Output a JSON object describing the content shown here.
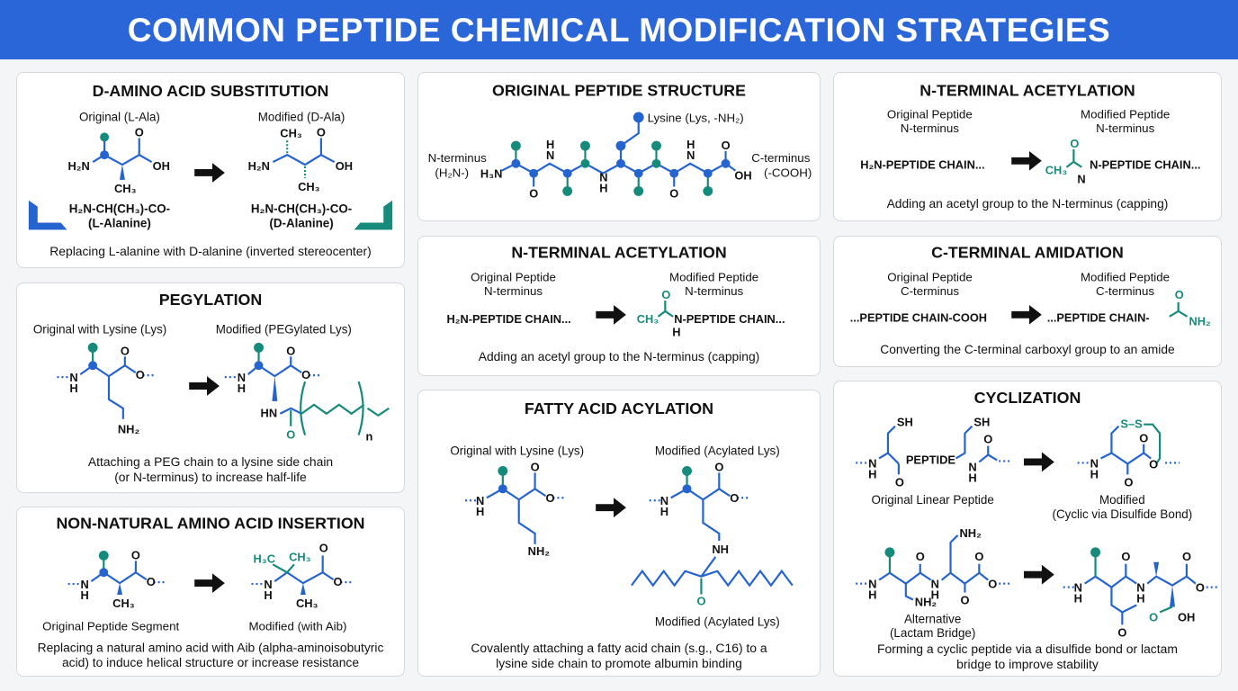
{
  "header": {
    "title": "COMMON PEPTIDE CHEMICAL MODIFICATION STRATEGIES"
  },
  "colors": {
    "header": "#2b66d8",
    "blue": "#2563cf",
    "teal": "#168b7b"
  },
  "d_amino": {
    "title": "D-AMINO ACID SUBSTITUTION",
    "original_label": "Original (L-Ala)",
    "modified_label": "Modified (D-Ala)",
    "original_formula": "H₂N-CH(CH₃)-CO-",
    "original_name": "(L-Alanine)",
    "modified_formula": "H₂N-CH(CH₃)-CO-",
    "modified_name": "(D-Alanine)",
    "caption": "Replacing L-alanine with D-alanine (inverted stereocenter)"
  },
  "original": {
    "title": "ORIGINAL PEPTIDE STRUCTURE",
    "lysine_label": "Lysine (Lys, -NH₂)",
    "n_term": "N-terminus",
    "n_term_group": "(H₂N-)",
    "c_term": "C-terminus",
    "c_term_group": "(-COOH)"
  },
  "n_acet_1": {
    "title": "N-TERMINAL ACETYLATION",
    "original_label": "Original Peptide",
    "original_sub": "N-terminus",
    "modified_label": "Modified Peptide",
    "modified_sub": "N-terminus",
    "original_chain": "H₂N-PEPTIDE CHAIN...",
    "modified_chain": "N-PEPTIDE CHAIN...",
    "caption": "Adding an acetyl group to the N-terminus (capping)"
  },
  "n_acet_2": {
    "title": "N-TERMINAL ACETYLATION",
    "original_label": "Original Peptide",
    "original_sub": "N-terminus",
    "modified_label": "Modified Peptide",
    "modified_sub": "N-terminus",
    "original_chain": "H₂N-PEPTIDE CHAIN...",
    "modified_chain": "N-PEPTIDE CHAIN...",
    "caption": "Adding an acetyl group to the N-terminus (capping)"
  },
  "c_amid": {
    "title": "C-TERMINAL AMIDATION",
    "original_label": "Original Peptide",
    "original_sub": "C-terminus",
    "modified_label": "Modified Peptide",
    "modified_sub": "C-terminus",
    "original_chain": "...PEPTIDE CHAIN-COOH",
    "modified_chain": "...PEPTIDE CHAIN-",
    "caption": "Converting the C-terminal carboxyl group to an amide"
  },
  "peg": {
    "title": "PEGYLATION",
    "original_label": "Original with Lysine (Lys)",
    "modified_label": "Modified (PEGylated Lys)",
    "repeat": "n",
    "caption_1": "Attaching a PEG chain to a lysine side chain",
    "caption_2": "(or N-terminus) to increase half-life"
  },
  "nonnat": {
    "title": "NON-NATURAL AMINO ACID INSERTION",
    "original_label": "Original Peptide Segment",
    "modified_label": "Modified (with Aib)",
    "caption_1": "Replacing a natural amino acid with Aib (alpha-aminoisobutyric",
    "caption_2": "acid) to induce helical structure or increase resistance"
  },
  "fatty": {
    "title": "FATTY ACID ACYLATION",
    "original_label": "Original with Lysine (Lys)",
    "modified_label": "Modified (Acylated Lys)",
    "modified_label_bottom": "Modified (Acylated Lys)",
    "caption_1": "Covalently attaching a fatty acid chain (s.g., C16) to a",
    "caption_2": "lysine side chain to promote albumin binding"
  },
  "cycl": {
    "title": "CYCLIZATION",
    "peptide_word": "PEPTIDE",
    "original_label": "Original Linear Peptide",
    "modified_label": "Modified",
    "modified_sub": "(Cyclic via Disulfide Bond)",
    "alt_label": "Alternative",
    "alt_sub": "(Lactam Bridge)",
    "disulfide": "S–S",
    "caption_1": "Forming a cyclic peptide via a disulfide bond or lactam",
    "caption_2": "bridge to improve stability"
  },
  "atoms": {
    "h2n": "H₂N",
    "h3n": "H₃N",
    "nh2": "NH₂",
    "ch3": "CH₃",
    "oh": "OH",
    "o": "O",
    "h": "H",
    "n": "N",
    "hn": "HN",
    "nh": "NH",
    "sh": "SH",
    "dots": "···",
    "ch3c": "CH₃",
    "h3c": "H₃C"
  }
}
